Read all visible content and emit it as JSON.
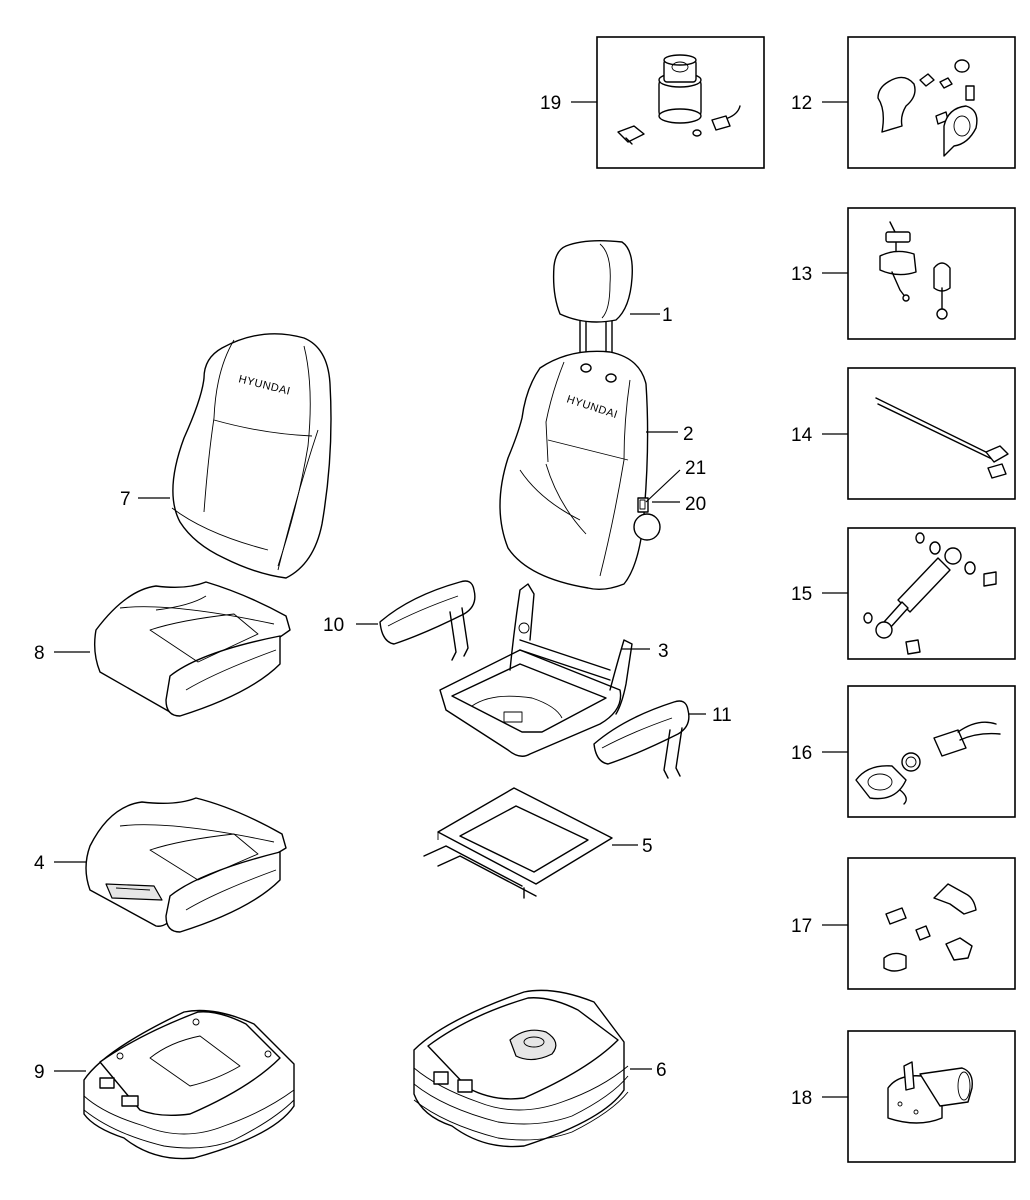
{
  "brand_text": "HYUNDAI",
  "callouts": [
    {
      "id": "c1",
      "label": "1"
    },
    {
      "id": "c2",
      "label": "2"
    },
    {
      "id": "c3",
      "label": "3"
    },
    {
      "id": "c4",
      "label": "4"
    },
    {
      "id": "c5",
      "label": "5"
    },
    {
      "id": "c6",
      "label": "6"
    },
    {
      "id": "c7",
      "label": "7"
    },
    {
      "id": "c8",
      "label": "8"
    },
    {
      "id": "c9",
      "label": "9"
    },
    {
      "id": "c10",
      "label": "10"
    },
    {
      "id": "c11",
      "label": "11"
    },
    {
      "id": "c12",
      "label": "12"
    },
    {
      "id": "c13",
      "label": "13"
    },
    {
      "id": "c14",
      "label": "14"
    },
    {
      "id": "c15",
      "label": "15"
    },
    {
      "id": "c16",
      "label": "16"
    },
    {
      "id": "c17",
      "label": "17"
    },
    {
      "id": "c18",
      "label": "18"
    },
    {
      "id": "c19",
      "label": "19"
    },
    {
      "id": "c20",
      "label": "20"
    },
    {
      "id": "c21",
      "label": "21"
    }
  ]
}
